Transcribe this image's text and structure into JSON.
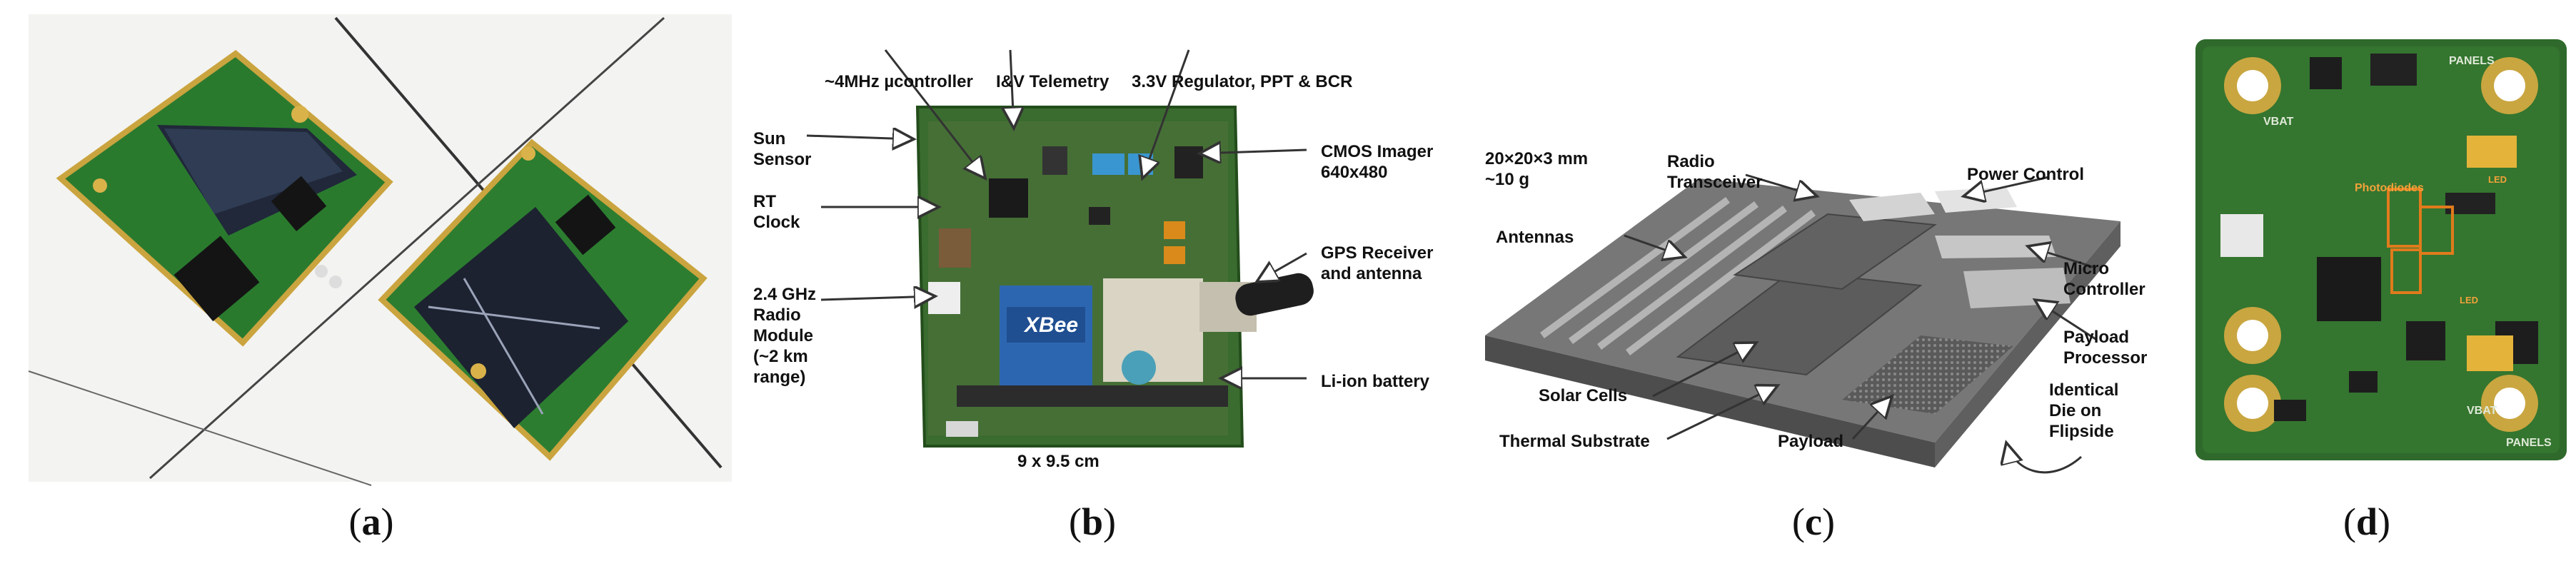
{
  "panels": [
    {
      "id": "a",
      "caption": "a"
    },
    {
      "id": "b",
      "caption": "b"
    },
    {
      "id": "c",
      "caption": "c"
    },
    {
      "id": "d",
      "caption": "d"
    }
  ],
  "panel_b": {
    "labels": {
      "controller": "~4MHz µcontroller",
      "telemetry": "I&V Telemetry",
      "regulator": "3.3V Regulator, PPT & BCR",
      "sun_sensor_1": "Sun",
      "sun_sensor_2": "Sensor",
      "rt_clock_1": "RT",
      "rt_clock_2": "Clock",
      "cmos_1": "CMOS Imager",
      "cmos_2": "640x480",
      "gps_1": "GPS Receiver",
      "gps_2": "and antenna",
      "radio_1": "2.4 GHz",
      "radio_2": "Radio",
      "radio_3": "Module",
      "radio_4": "(~2 km",
      "radio_5": "range)",
      "battery": "Li-ion battery",
      "dimensions": "9 x 9.5 cm",
      "xbee": "XBee"
    }
  },
  "panel_c": {
    "labels": {
      "size_1": "20×20×3 mm",
      "size_2": "~10 g",
      "radio_1": "Radio",
      "radio_2": "Transceiver",
      "power": "Power Control",
      "antennas": "Antennas",
      "micro_1": "Micro",
      "micro_2": "Controller",
      "payload_proc_1": "Payload",
      "payload_proc_2": "Processor",
      "solar": "Solar Cells",
      "identical_1": "Identical",
      "identical_2": "Die on",
      "identical_3": "Flipside",
      "thermal": "Thermal Substrate",
      "payload": "Payload"
    }
  },
  "panel_d": {
    "labels": {
      "panels_top": "PANELS",
      "panels_bottom": "PANELS",
      "vbat_top": "VBAT",
      "vbat_bottom": "VBAT",
      "photodiodes": "Photodiodes",
      "led_1": "LED",
      "led_2": "LED"
    }
  },
  "colors": {
    "pcb_green": "#2f6b2a",
    "pcb_dark": "#1d4a1c",
    "gold": "#c9a640",
    "solar_dark": "#1e2430",
    "arrow_gray": "#555555",
    "highlight_orange": "#e07b1c"
  }
}
